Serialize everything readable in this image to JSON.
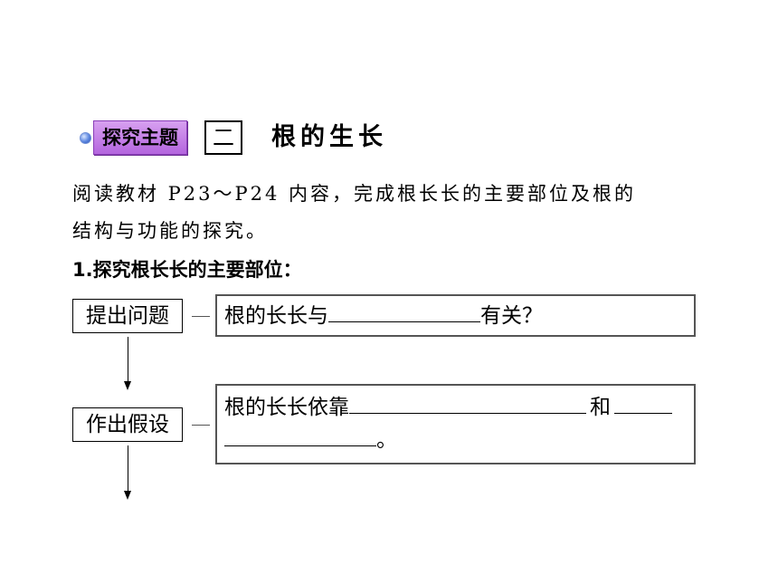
{
  "header": {
    "theme_label": "探究主题",
    "theme_number": "二",
    "section_title": "根的生长"
  },
  "intro": {
    "line1": "阅读教材 P23～P24 内容，完成根长长的主要部位及根的",
    "line2": "结构与功能的探究。"
  },
  "subheading": "1.探究根长长的主要部位：",
  "steps": [
    {
      "label": "提出问题",
      "text_before": "根的长长与",
      "text_after": "有关？"
    },
    {
      "label": "作出假设",
      "text_before": "根的长长依靠",
      "text_middle": "和",
      "text_end": "。"
    }
  ]
}
